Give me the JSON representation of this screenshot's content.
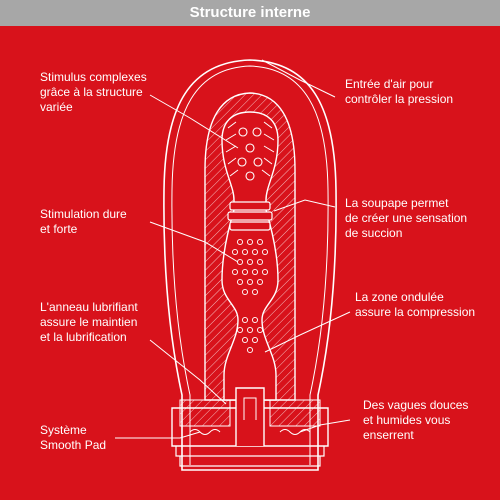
{
  "title": "Structure interne",
  "colors": {
    "background": "#d8121b",
    "header": "#a7a7a7",
    "line": "#ffffff"
  },
  "labels": {
    "stimulus": "Stimulus complexes\ngrâce à la structure\nvariée",
    "air": "Entrée d'air pour\ncontrôler la pression",
    "soupape": "La soupape permet\nde créer une sensation\nde succion",
    "dure": "Stimulation dure\net forte",
    "anneau": "L'anneau lubrifiant\nassure le maintien\net la lubrification",
    "ondulee": "La zone ondulée\nassure la compression",
    "vagues": "Des vagues douces\net humides vous\nenserrent",
    "systeme": "Système\nSmooth Pad"
  }
}
